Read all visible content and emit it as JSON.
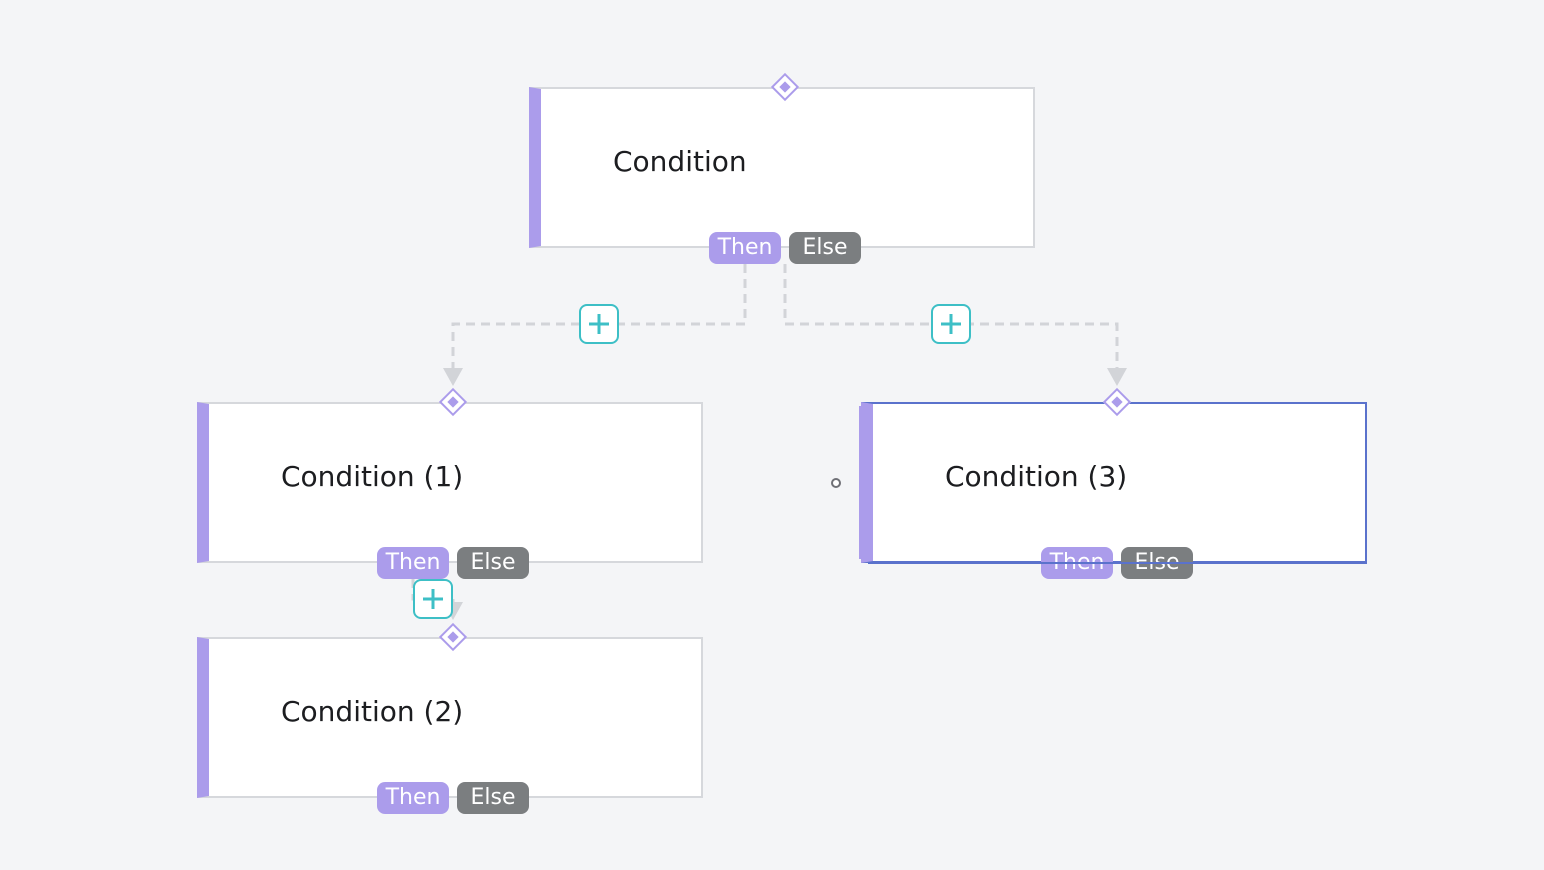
{
  "canvas": {
    "background": "#f4f5f7",
    "accent_color": "#ab9ceb",
    "else_color": "#7b7e80",
    "add_color": "#3dbfc6",
    "selection_color": "#5a72cc"
  },
  "nodes": [
    {
      "id": "root",
      "title": "Condition",
      "then_label": "Then",
      "else_label": "Else",
      "selected": false
    },
    {
      "id": "c1",
      "title": "Condition (1)",
      "then_label": "Then",
      "else_label": "Else",
      "selected": false
    },
    {
      "id": "c2",
      "title": "Condition (2)",
      "then_label": "Then",
      "else_label": "Else",
      "selected": false
    },
    {
      "id": "c3",
      "title": "Condition (3)",
      "then_label": "Then",
      "else_label": "Else",
      "selected": true
    }
  ],
  "edges": [
    {
      "from": "root",
      "branch": "then",
      "to": "c1"
    },
    {
      "from": "root",
      "branch": "else",
      "to": "c3"
    },
    {
      "from": "c1",
      "branch": "then",
      "to": "c2"
    }
  ],
  "icons": {
    "add": "plus-icon",
    "input_port": "diamond-port-icon",
    "drag_handle": "circle-handle-icon"
  }
}
